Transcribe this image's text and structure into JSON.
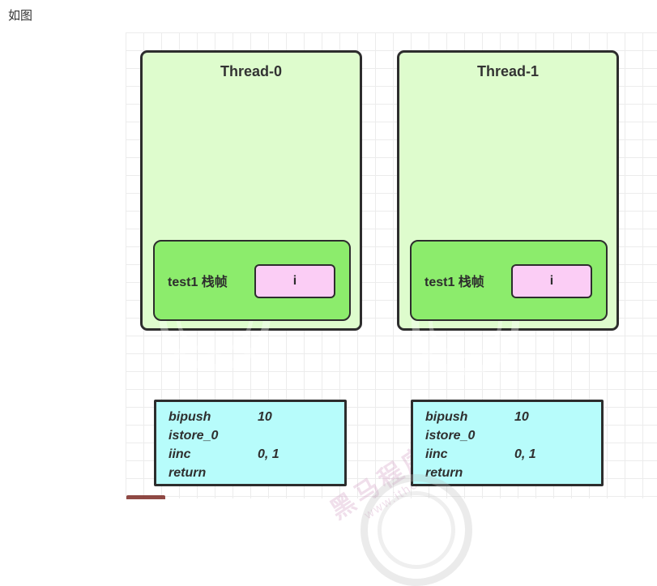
{
  "page": {
    "label": "如图"
  },
  "colors": {
    "thread_fill": "#defccd",
    "frame_fill": "#8cec6c",
    "slot_fill": "#fbcdf5",
    "bytecode_fill": "#b7fcfb",
    "border": "#2d2d2d",
    "grid_line": "#ececec",
    "text": "#333333"
  },
  "threads": [
    {
      "title": "Thread-0",
      "frame_label": "test1 栈帧",
      "slot_label": "i"
    },
    {
      "title": "Thread-1",
      "frame_label": "test1 栈帧",
      "slot_label": "i"
    }
  ],
  "bytecode": {
    "lines": [
      {
        "mnemonic": "bipush",
        "operand": "10"
      },
      {
        "mnemonic": "istore_0",
        "operand": ""
      },
      {
        "mnemonic": "iinc",
        "operand": "0, 1"
      },
      {
        "mnemonic": "return",
        "operand": ""
      }
    ]
  },
  "watermark": {
    "brand": "黑马程序员™",
    "url": "www.itheima.com"
  }
}
